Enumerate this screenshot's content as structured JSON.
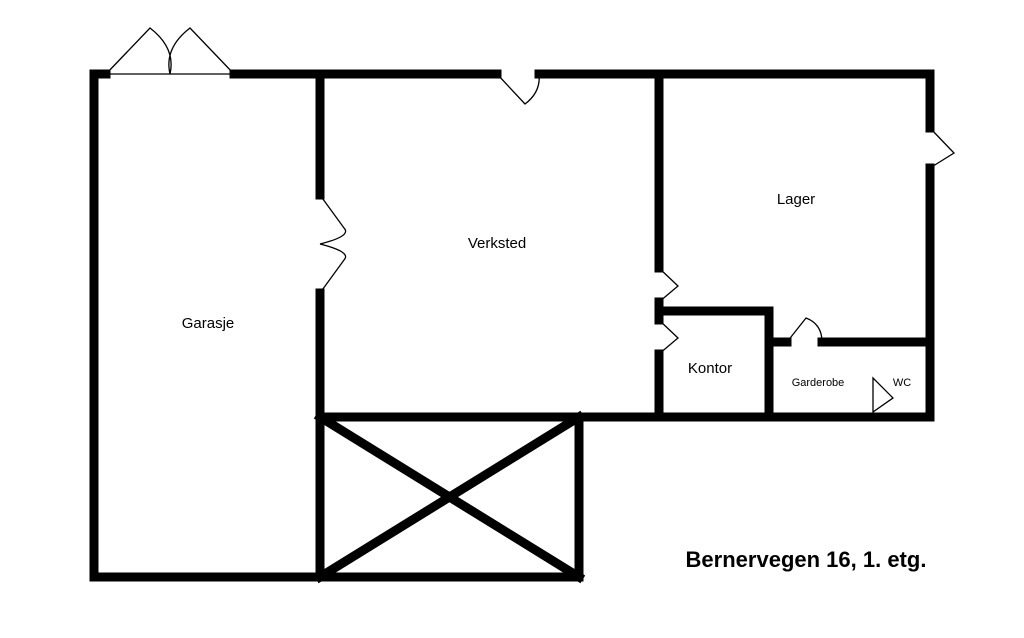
{
  "plan": {
    "title": "Bernervegen 16, 1. etg.",
    "rooms": {
      "garasje": "Garasje",
      "verksted": "Verksted",
      "lager": "Lager",
      "kontor": "Kontor",
      "garderobe": "Garderobe",
      "wc": "WC"
    }
  }
}
